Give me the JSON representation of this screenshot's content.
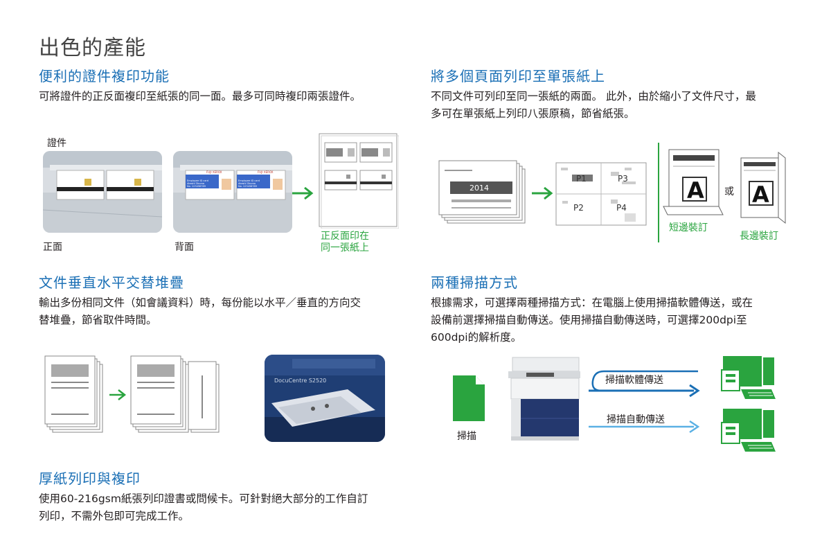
{
  "page_title": "出色的產能",
  "sections": {
    "id_copy": {
      "heading": "便利的證件複印功能",
      "body": "可將證件的正反面複印至紙張的同一面。最多可同時複印兩張證件。",
      "label_id": "證件",
      "label_front": "正面",
      "label_back": "背面",
      "label_result_line1": "正反面印在",
      "label_result_line2": "同一張紙上",
      "card_brand": "FUJI XEROX",
      "card_text_1": "Employee ID card",
      "card_text_2": "Akashi Okuma",
      "card_text_3": "No. 123456789"
    },
    "n_up": {
      "heading": "將多個頁面列印至單張紙上",
      "body_line1": "不同文件可列印至同一張紙的兩面。 此外，由於縮小了文件尺寸，最",
      "body_line2": "多可在單張紙上列印八張原稿，節省紙張。",
      "doc_year": "2014",
      "p1": "P1",
      "p2": "P2",
      "p3": "P3",
      "p4": "P4",
      "letter": "A",
      "or": "或",
      "short_edge": "短邊裝訂",
      "long_edge": "長邊裝訂"
    },
    "offset": {
      "heading": "文件垂直水平交替堆疊",
      "body_line1": "輸出多份相同文件（如會議資料）時，每份能以水平／垂直的方向交",
      "body_line2": "替堆疊，節省取件時間。",
      "machine_label": "DocuCentre S2520"
    },
    "scan": {
      "heading": "兩種掃描方式",
      "body_line1": "根據需求，可選擇兩種掃描方式：在電腦上使用掃描軟體傳送，或在",
      "body_line2": "設備前選擇掃描自動傳送。使用掃描自動傳送時，可選擇200dpi至",
      "body_line3": "600dpi的解析度。",
      "scan_label": "掃描",
      "method_1": "掃描軟體傳送",
      "method_2": "掃描自動傳送"
    },
    "thick": {
      "heading": "厚紙列印與複印",
      "body_line1": "使用60-216gsm紙張列印證書或問候卡。可針對絕大部分的工作自訂",
      "body_line2": "列印，不需外包即可完成工作。"
    }
  },
  "colors": {
    "heading_blue": "#1a6fb5",
    "accent_green": "#2aa43f",
    "text": "#231f20"
  }
}
